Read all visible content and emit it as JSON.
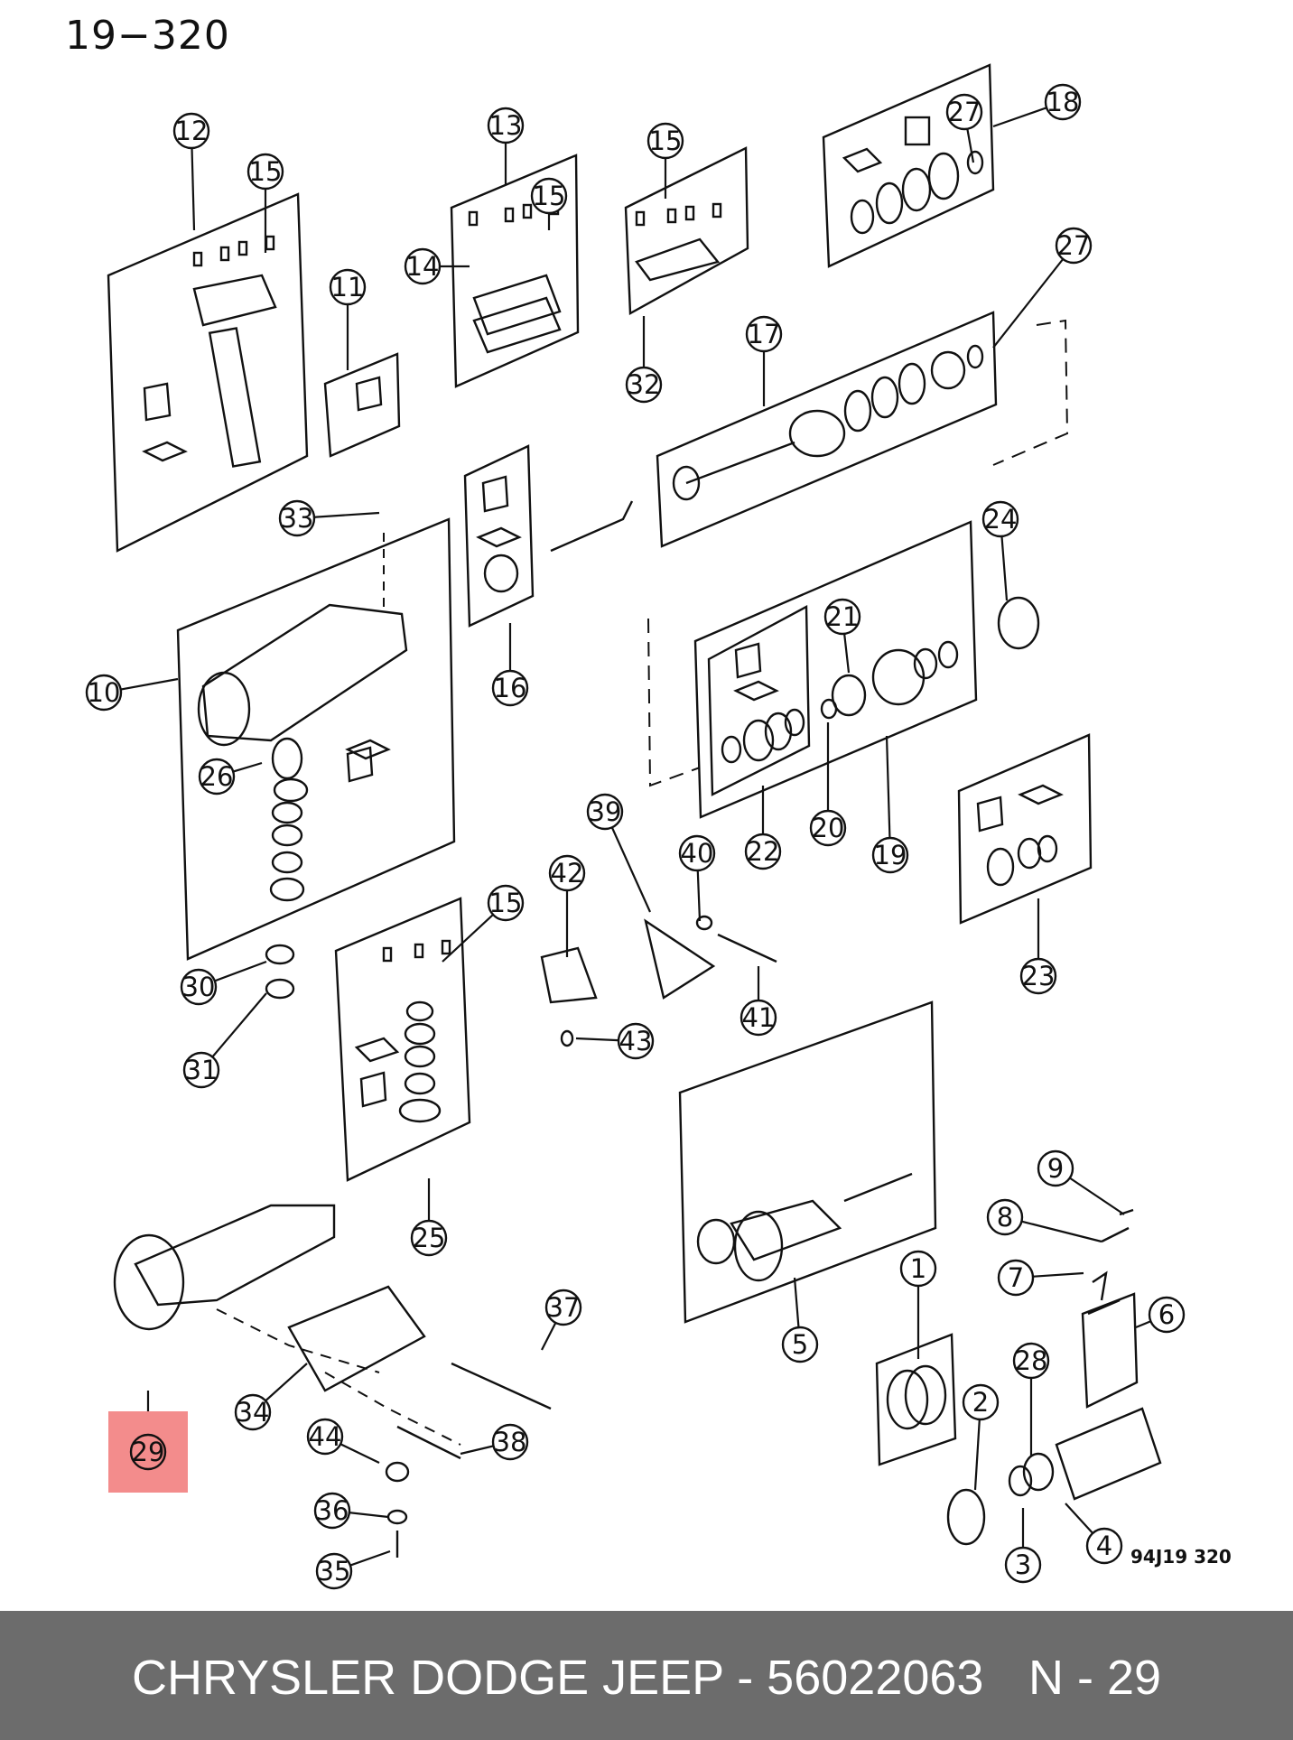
{
  "page_code": "19−320",
  "drawing_code": "94J19  320",
  "highlight": {
    "callout": "29",
    "color": "#f38c8c"
  },
  "callouts": [
    "1",
    "2",
    "3",
    "4",
    "5",
    "6",
    "7",
    "8",
    "9",
    "10",
    "11",
    "12",
    "13",
    "14",
    "15",
    "15",
    "15",
    "15",
    "16",
    "17",
    "18",
    "19",
    "20",
    "21",
    "22",
    "23",
    "24",
    "25",
    "26",
    "27",
    "27",
    "28",
    "29",
    "30",
    "31",
    "32",
    "33",
    "34",
    "35",
    "36",
    "37",
    "38",
    "39",
    "40",
    "41",
    "42",
    "43",
    "44"
  ],
  "footer": {
    "brand_part": "CHRYSLER DODGE JEEP - 56022063",
    "ref": "N - 29",
    "background": "#6c6c6c"
  }
}
